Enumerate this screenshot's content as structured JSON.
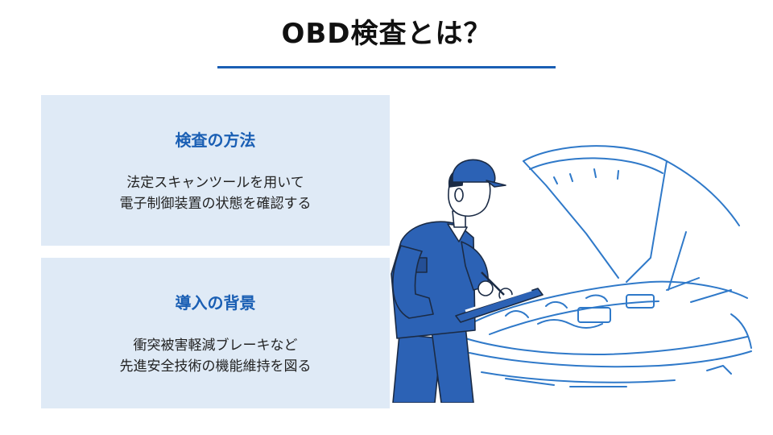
{
  "title": "OBD検査とは？",
  "colors": {
    "accent": "#1a5fb4",
    "card_bg": "#dfeaf6",
    "uniform": "#2c62b5",
    "line_art": "#2f79c9"
  },
  "cards": [
    {
      "heading": "検査の方法",
      "lines": [
        "法定スキャンツールを用いて",
        "電子制御装置の状態を確認する"
      ]
    },
    {
      "heading": "導入の背景",
      "lines": [
        "衝突被害軽減ブレーキなど",
        "先進安全技術の機能維持を図る"
      ]
    }
  ],
  "illustration": "mechanic-inspecting-car-with-clipboard"
}
